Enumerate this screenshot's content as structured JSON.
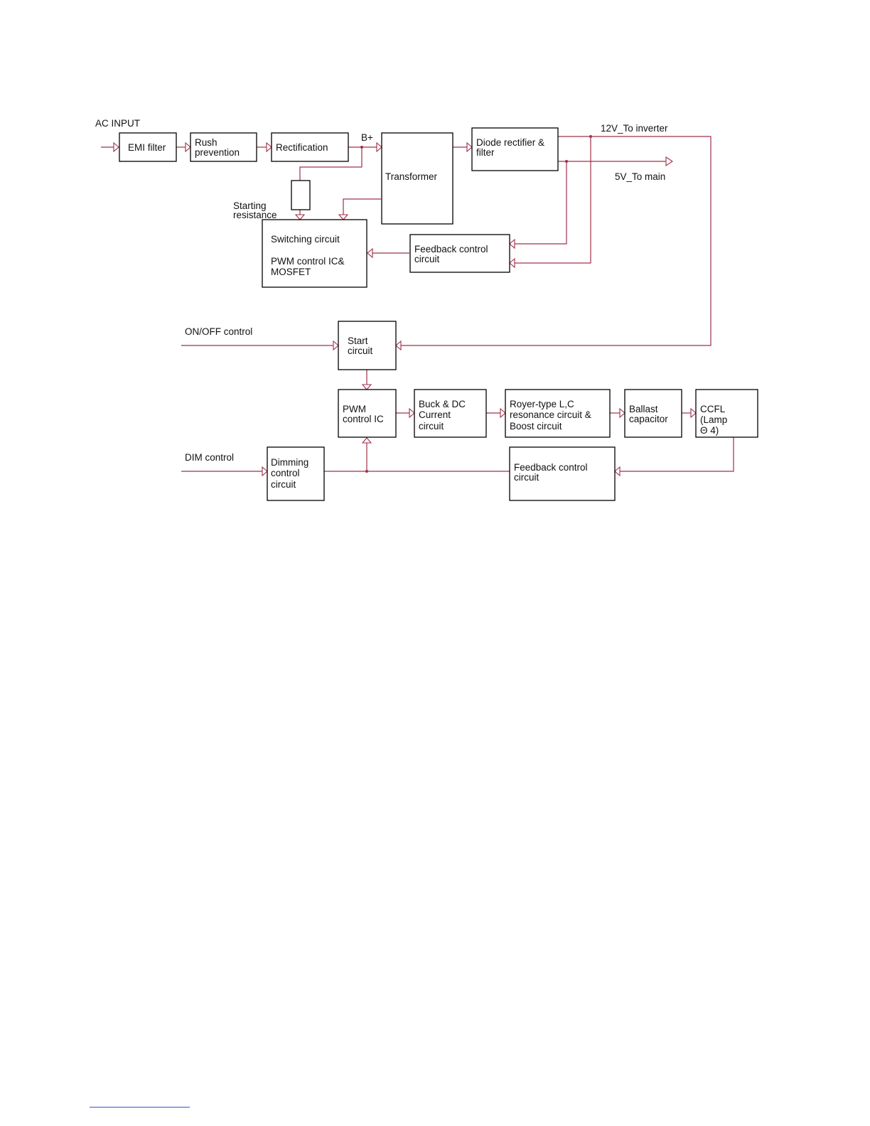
{
  "labels": {
    "ac_input": "AC INPUT",
    "b_plus": "B+",
    "out_12v": "12V_To inverter",
    "out_5v": "5V_To main",
    "starting_resistance": [
      "Starting",
      "resistance"
    ],
    "on_off": "ON/OFF control",
    "dim": "DIM control"
  },
  "blocks": {
    "emi": [
      "EMI filter"
    ],
    "rush": [
      "Rush",
      "prevention"
    ],
    "rect": [
      "Rectification"
    ],
    "transformer": [
      "Transformer"
    ],
    "diode": [
      "Diode rectifier &",
      "filter"
    ],
    "switching": [
      "Switching circuit",
      "",
      "PWM control IC&",
      "MOSFET"
    ],
    "feedback1": [
      "Feedback control",
      "circuit"
    ],
    "start": [
      "Start",
      "circuit"
    ],
    "pwm": [
      "PWM",
      "control IC"
    ],
    "buck": [
      "Buck & DC",
      "Current",
      "circuit"
    ],
    "royer": [
      "Royer-type L,C",
      "resonance circuit &",
      "Boost circuit"
    ],
    "ballast": [
      "Ballast",
      "capacitor"
    ],
    "ccfl": [
      "CCFL",
      "(Lamp",
      "Θ 4)"
    ],
    "dimming": [
      "Dimming",
      "control",
      "circuit"
    ],
    "feedback2": [
      "Feedback control",
      "circuit"
    ]
  },
  "colors": {
    "wire": "#a0304a",
    "block_border": "#000000",
    "footer_rule": "#3b4fd8"
  }
}
